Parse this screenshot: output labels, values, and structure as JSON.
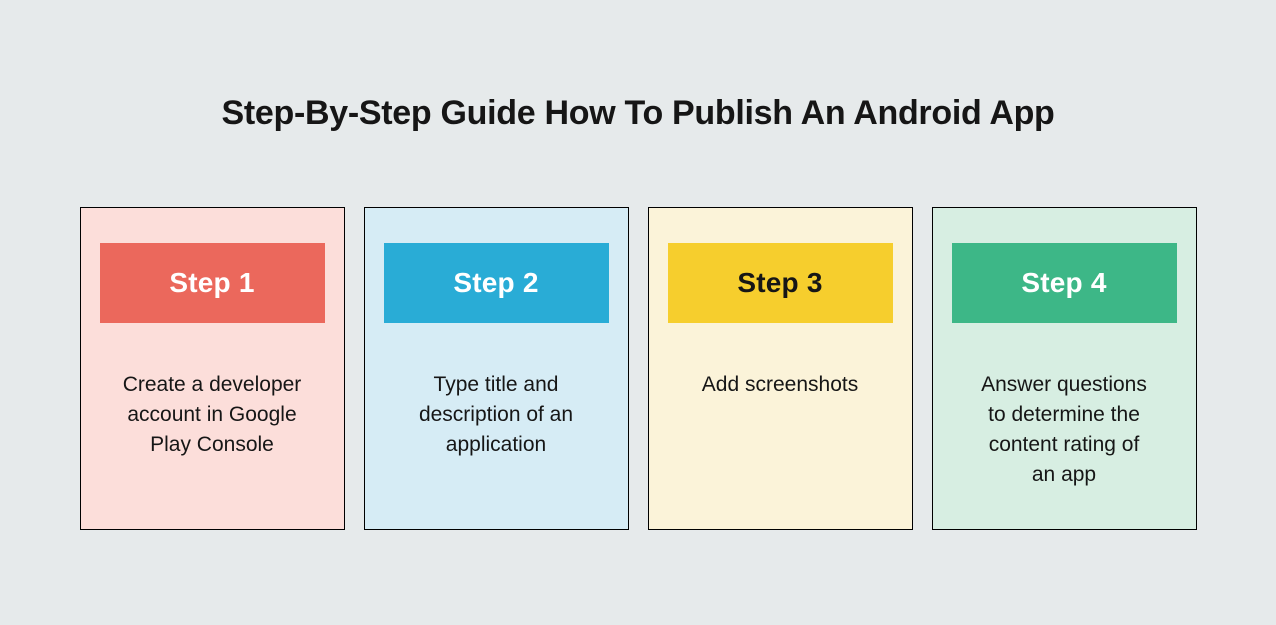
{
  "page": {
    "background_color": "#E6EAEB",
    "text_color": "#161616",
    "border_color": "#000000"
  },
  "title": "Step-By-Step Guide How To Publish An Android App",
  "steps": [
    {
      "label": "Step 1",
      "description": "Create a developer\naccount in Google\nPlay Console",
      "header_color": "#EB685C",
      "card_color": "#FCDEDA",
      "label_color": "#FFFFFF"
    },
    {
      "label": "Step 2",
      "description": "Type title and\ndescription of an\napplication",
      "header_color": "#29ACD6",
      "card_color": "#D6ECF5",
      "label_color": "#FFFFFF"
    },
    {
      "label": "Step 3",
      "description": "Add screenshots",
      "header_color": "#F6CE2D",
      "card_color": "#FBF3D9",
      "label_color": "#161616"
    },
    {
      "label": "Step 4",
      "description": "Answer questions\nto determine the\ncontent rating of\nan app",
      "header_color": "#3DB787",
      "card_color": "#D7EEE2",
      "label_color": "#FFFFFF"
    }
  ]
}
